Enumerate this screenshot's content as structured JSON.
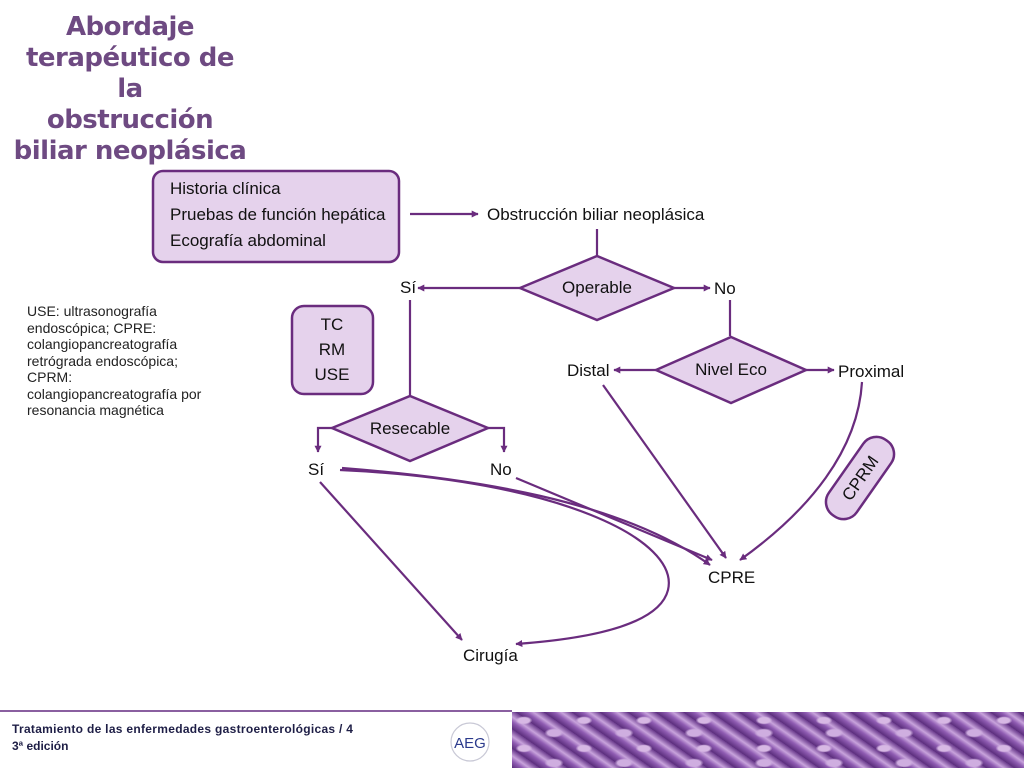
{
  "title": {
    "line1": "Abordaje",
    "line2": "terapéutico de la",
    "line3": "obstrucción",
    "line4": "biliar neoplásica"
  },
  "note": {
    "line1": "USE: ultrasonografía",
    "line2": "endoscópica; CPRE:",
    "line3": "colangiopancreatografía",
    "line4": "retrógrada endoscópica;",
    "line5": "CPRM:",
    "line6": "colangiopancreatografía por",
    "line7": "resonancia magnética"
  },
  "diagram": {
    "start_box": {
      "line1": "Historia clínica",
      "line2": "Pruebas de función hepática",
      "line3": "Ecografía abdominal"
    },
    "obstruction": "Obstrucción biliar neoplásica",
    "operable": "Operable",
    "operable_yes": "Sí",
    "operable_no": "No",
    "imaging_box": {
      "line1": "TC",
      "line2": "RM",
      "line3": "USE"
    },
    "level": "Nivel Eco",
    "distal": "Distal",
    "proximal": "Proximal",
    "cprm": "CPRM",
    "resectable": "Resecable",
    "resectable_yes": "Sí",
    "resectable_no": "No",
    "cpre": "CPRE",
    "surgery": "Cirugía"
  },
  "colors": {
    "box_fill": "#e5d2ec",
    "stroke": "#6a2c7e",
    "title": "#6e4a82"
  },
  "footer": {
    "line1": "Tratamiento de las enfermedades gastroenterológicas / 4",
    "line2": "3ª edición",
    "logo": "AEG"
  }
}
